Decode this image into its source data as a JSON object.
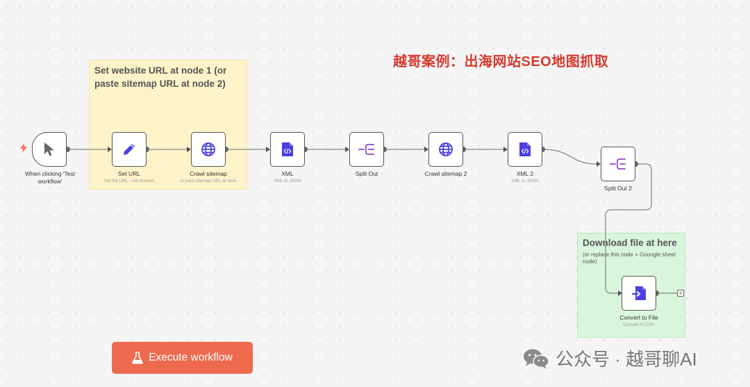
{
  "headline": "越哥案例：出海网站SEO地图抓取",
  "notes": [
    {
      "title": "Set website URL at node 1 (or paste sitemap URL at node 2)",
      "body": ""
    },
    {
      "title": "Download file at here",
      "body": "(or replace this node = Gooogle sheet node)"
    }
  ],
  "nodes": [
    {
      "label": "When clicking 'Test workflow'",
      "subtitle": "",
      "icon": "cursor-icon"
    },
    {
      "label": "Set URL",
      "subtitle": "Set full URL - not domain",
      "icon": "pencil-icon"
    },
    {
      "label": "Crawl sitemap",
      "subtitle": "or past sitemap URL at here",
      "icon": "globe-icon"
    },
    {
      "label": "XML",
      "subtitle": "XML to JSON",
      "icon": "xml-file-icon"
    },
    {
      "label": "Split Out",
      "subtitle": "",
      "icon": "split-out-icon"
    },
    {
      "label": "Crawl sitemap 2",
      "subtitle": "",
      "icon": "globe-icon"
    },
    {
      "label": "XML 2",
      "subtitle": "XML to JSON",
      "icon": "xml-file-icon"
    },
    {
      "label": "Split Out 2",
      "subtitle": "",
      "icon": "split-out-icon"
    },
    {
      "label": "Convert to File",
      "subtitle": "Convert to CSV",
      "icon": "convert-file-icon"
    }
  ],
  "execute_button": {
    "label": "Execute workflow",
    "icon": "flask-icon"
  },
  "watermark": {
    "text": "公众号 · 越哥聊AI",
    "icon": "wechat-icon"
  },
  "colors": {
    "accent": "#ee6a4e",
    "headline": "#d63a2f",
    "node_icon": "#4b3fe0",
    "split_icon": "#9b59d0"
  }
}
